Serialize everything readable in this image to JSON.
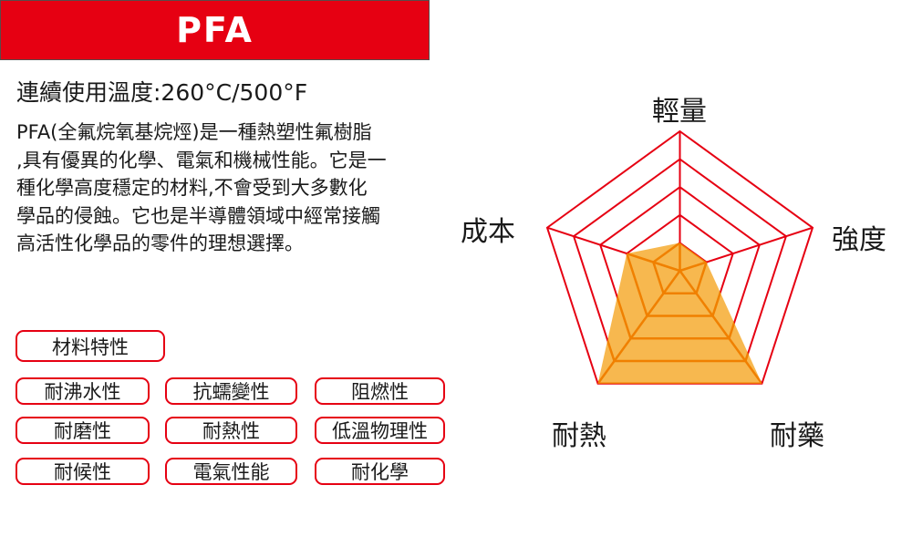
{
  "header": {
    "title": "PFA",
    "color": "#E60012"
  },
  "temperature": {
    "label": "連續使用溫度:260°C/500°F"
  },
  "description": {
    "lines": [
      "PFA(全氟烷氧基烷烴)是一種熱塑性氟樹脂",
      ",具有優異的化學、電氣和機械性能。它是一",
      "種化學高度穩定的材料,不會受到大多數化",
      "學品的侵蝕。它也是半導體領域中經常接觸",
      "高活性化學品的零件的理想選擇。"
    ]
  },
  "properties": {
    "heading": "材料特性",
    "tags": [
      [
        "耐沸水性",
        "抗蠕變性",
        "阻燃性"
      ],
      [
        "耐磨性",
        "耐熱性",
        "低溫物理性"
      ],
      [
        "耐候性",
        "電氣性能",
        "耐化學"
      ]
    ]
  },
  "chart_data": {
    "type": "radar",
    "title": "",
    "axes": [
      "輕量",
      "強度",
      "耐藥",
      "耐熱",
      "成本"
    ],
    "levels": 5,
    "range": [
      0,
      5
    ],
    "series": [
      {
        "name": "PFA",
        "values": [
          1,
          1,
          5,
          5,
          2
        ],
        "fill": "#F5A623",
        "fill_opacity": 0.8
      }
    ],
    "grid_color": "#E60012",
    "inner_grid_color": "#F08000"
  }
}
